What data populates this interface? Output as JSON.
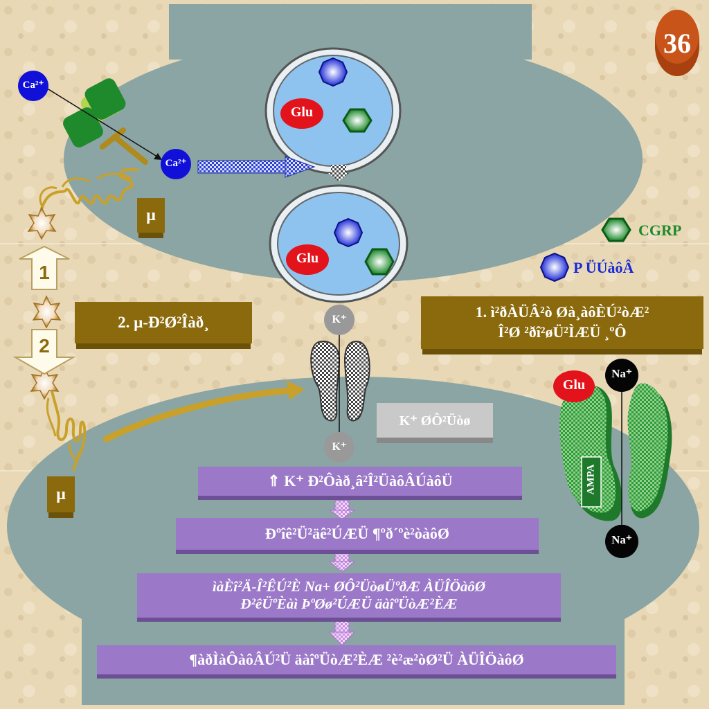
{
  "slide": {
    "number": "36"
  },
  "ions": {
    "ca_top": "Ca²⁺",
    "ca_mid": "Ca²⁺",
    "k_top": "K⁺",
    "k_bottom": "K⁺",
    "na_top": "Na⁺",
    "na_bottom": "Na⁺"
  },
  "vesicles": {
    "glu_top": "Glu",
    "glu_bottom": "Glu"
  },
  "legend": {
    "cgrp": "CGRP",
    "p": "P ÜÚàôÂ"
  },
  "receptor_mu_top": "µ",
  "receptor_mu_bottom": "µ",
  "arrow_labels": {
    "one": "1",
    "two": "2"
  },
  "boxes": {
    "box2": "2. µ-Ð²Ø²Îàð¸",
    "box1_line1": "1. ì²ðÀÜÂ²ò Øà¸àôÈÚ²òÆ²",
    "box1_line2": "Î²Ø ²ðî²øÜ²ÌÆÜ ¸ºÔ",
    "k_channel": "K⁺ ØÔ²Üòø"
  },
  "ampa": "AMPA",
  "glu_receptor": "Glu",
  "cascade": [
    "⇑  K⁺ Ð²Ôàð¸â²Î²ÜàôÂÚàôÜ",
    "Ðºîê²Ü²äê²ÚÆÜ ¶ºð´ºè²òàôØ",
    "ìàÈî²Ä-Î²ÊÚ²È Na+ ØÔ²ÜòøÜºðÆ ÀÜÎÖàôØ",
    "Ð²êÜºÈàì ÞºØø²ÚÆÜ äàîºÜòÆ²ÈÆ",
    "¶àðÌàÔàôÂÚ²Ü äàîºÜòÆ²ÈÆ ²è²æ²òØ²Ü ÀÜÎÖàôØ"
  ],
  "colors": {
    "membrane": "#8aa5a3",
    "vesicle": "#8fc3ef",
    "brown": "#8a6a0c",
    "purple": "#9b78c8",
    "glu": "#e3131c",
    "ion_ca": "#1010d8",
    "cgrp": "#1e8a2c"
  }
}
